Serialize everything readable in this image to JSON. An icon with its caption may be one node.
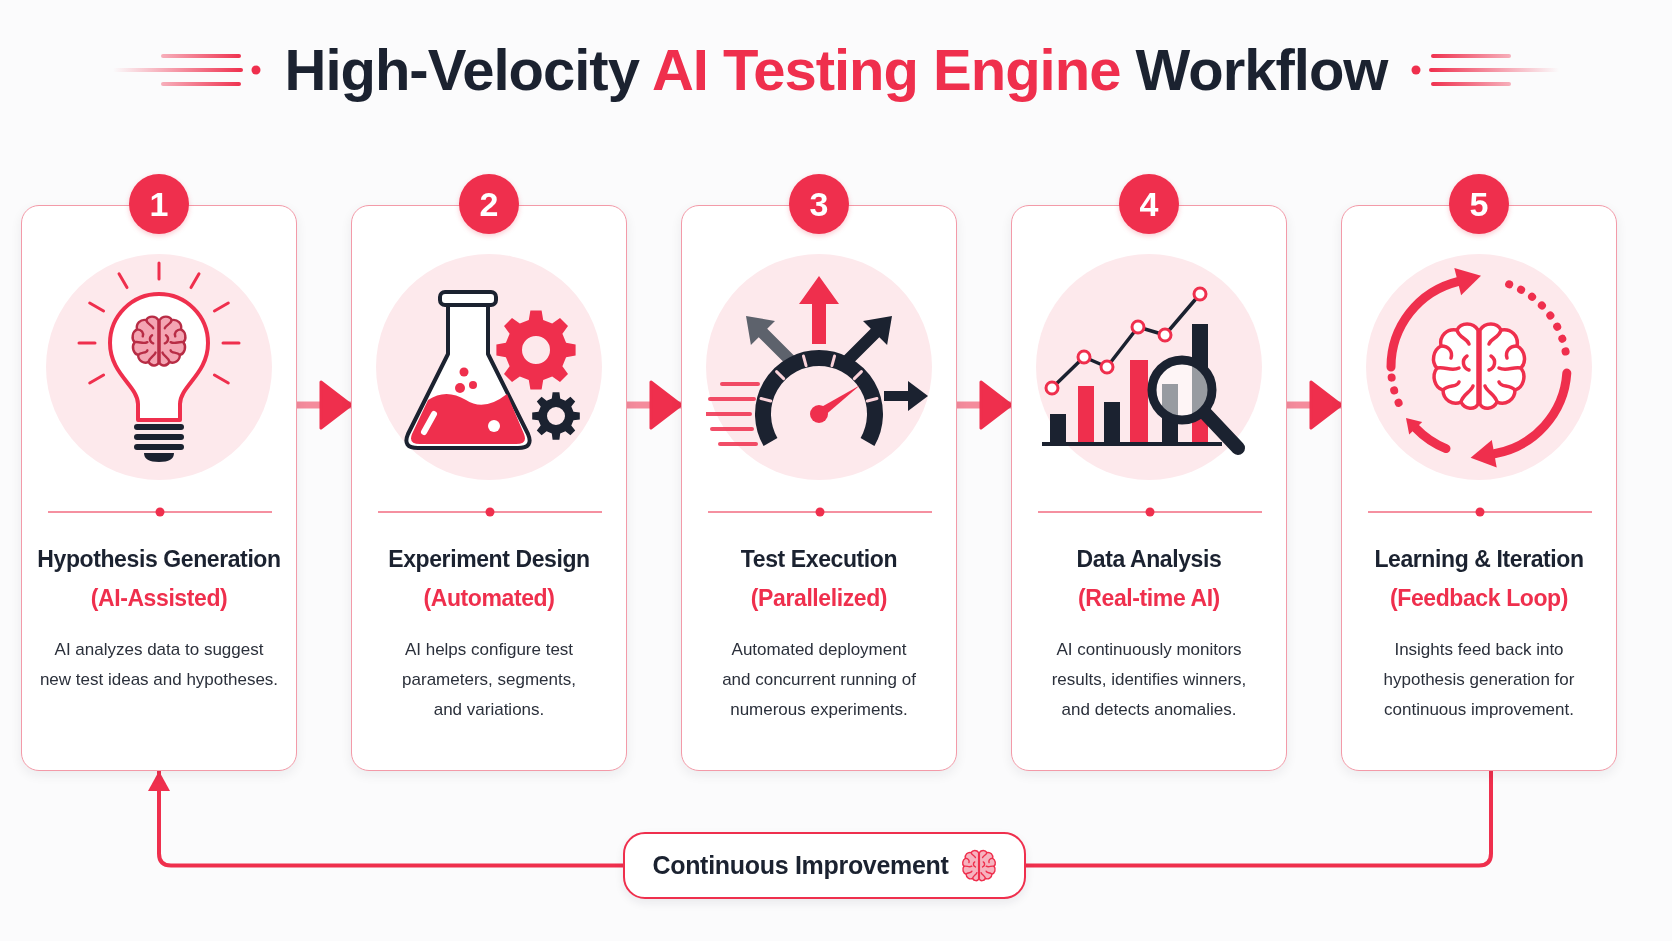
{
  "diagram": {
    "title": "High-Velocity AI Testing Engine Workflow",
    "nodes": [
      {
        "text": [
          "1",
          "Hypothesis Generation",
          "(AI-Assisted)",
          "AI analyzes data to suggest new test ideas and hypotheses."
        ]
      },
      {
        "text": [
          "2",
          "Experiment Design",
          "(Automated)",
          "AI helps configure test parameters, segments, and variations."
        ]
      },
      {
        "text": [
          "3",
          "Test Execution",
          "(Parallelized)",
          "Automated deployment and concurrent running of numerous experiments."
        ]
      },
      {
        "text": [
          "4",
          "Data Analysis",
          "(Real-time AI)",
          "AI continuously monitors results, identifies winners, and detects anomalies."
        ]
      },
      {
        "text": [
          "5",
          "Learning & Iteration",
          "(Feedback Loop)",
          "Insights feed back into hypothesis generation for continuous improvement."
        ]
      },
      {
        "text": [
          "Continuous Improvement"
        ]
      }
    ],
    "edges": [
      {
        "from": 0,
        "to": 1,
        "arrow": "to"
      },
      {
        "from": 1,
        "to": 2,
        "arrow": "to"
      },
      {
        "from": 2,
        "to": 3,
        "arrow": "to"
      },
      {
        "from": 3,
        "to": 4,
        "arrow": "to"
      },
      {
        "from": 4,
        "to": 5,
        "arrow": "none"
      },
      {
        "from": 5,
        "to": 0,
        "arrow": "to"
      }
    ]
  }
}
